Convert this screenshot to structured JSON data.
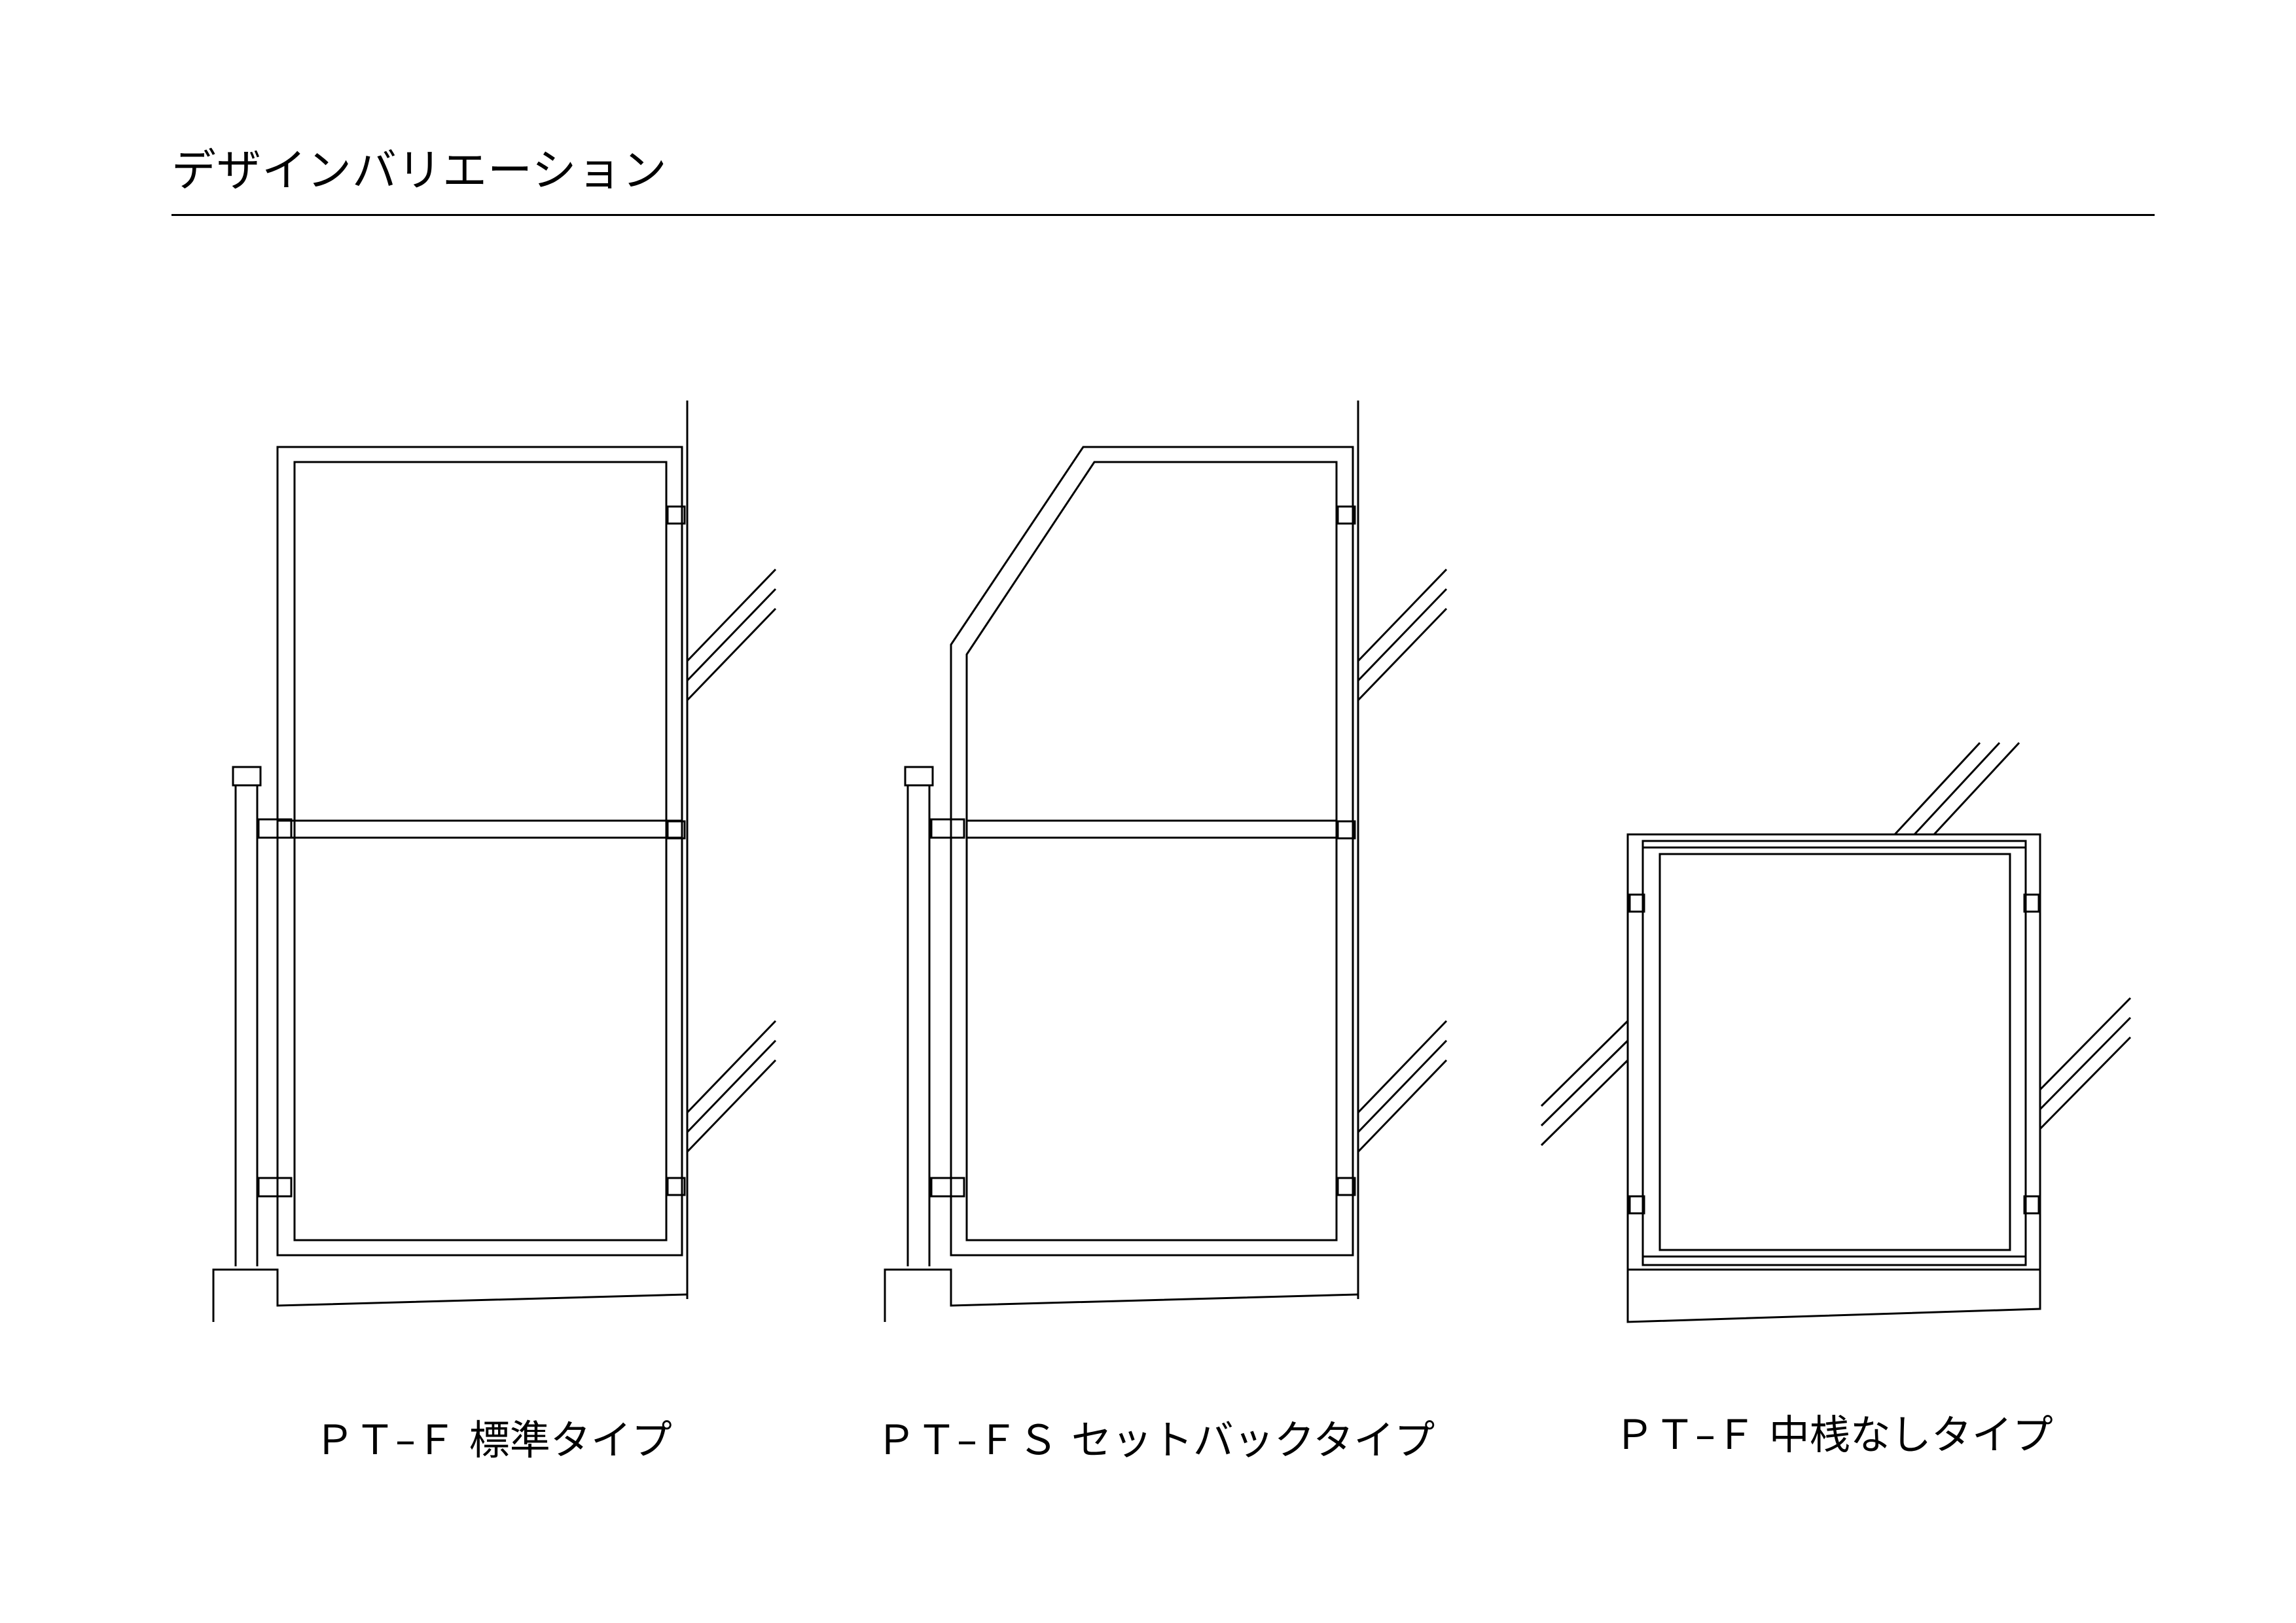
{
  "header": {
    "title": "デザインバリエーション"
  },
  "variants": [
    {
      "caption": "ＰＴ–Ｆ 標準タイプ"
    },
    {
      "caption": "ＰＴ–ＦＳ セットバックタイプ"
    },
    {
      "caption": "ＰＴ–Ｆ 中桟なしタイプ"
    }
  ],
  "colors": {
    "line": "#000000",
    "background": "#ffffff"
  }
}
